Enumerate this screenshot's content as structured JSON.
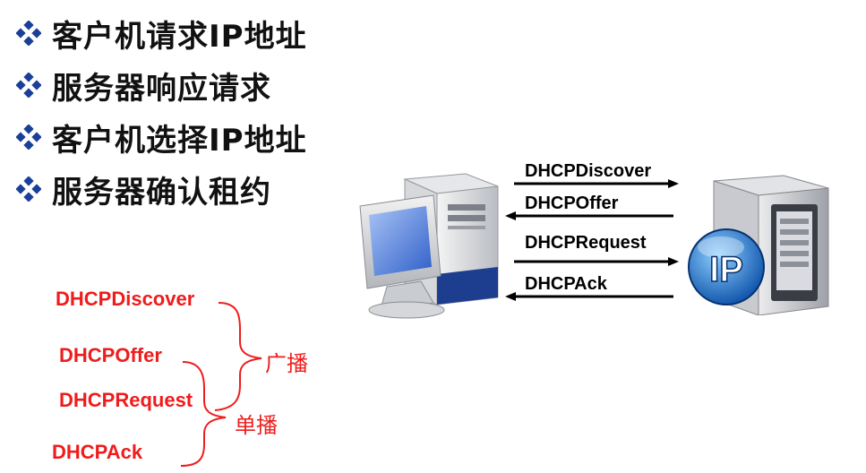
{
  "bullets": [
    {
      "text": "客户机请求IP地址",
      "icon": "diamond-bullet-icon"
    },
    {
      "text": "服务器响应请求",
      "icon": "diamond-bullet-icon"
    },
    {
      "text": "客户机选择IP地址",
      "icon": "diamond-bullet-icon"
    },
    {
      "text": "服务器确认租约",
      "icon": "diamond-bullet-icon"
    }
  ],
  "messages": [
    {
      "label": "DHCPDiscover",
      "direction": "client-to-server"
    },
    {
      "label": "DHCPOffer",
      "direction": "server-to-client"
    },
    {
      "label": "DHCPRequest",
      "direction": "client-to-server"
    },
    {
      "label": "DHCPAck",
      "direction": "server-to-client"
    }
  ],
  "server_badge": "IP",
  "classification": {
    "items": [
      "DHCPDiscover",
      "DHCPOffer",
      "DHCPRequest",
      "DHCPAck"
    ],
    "broadcast_label": "广播",
    "unicast_label": "单播"
  },
  "colors": {
    "accent_red": "#ee1c1c",
    "bullet_blue": "#1a3f99",
    "text_dark": "#111111"
  }
}
